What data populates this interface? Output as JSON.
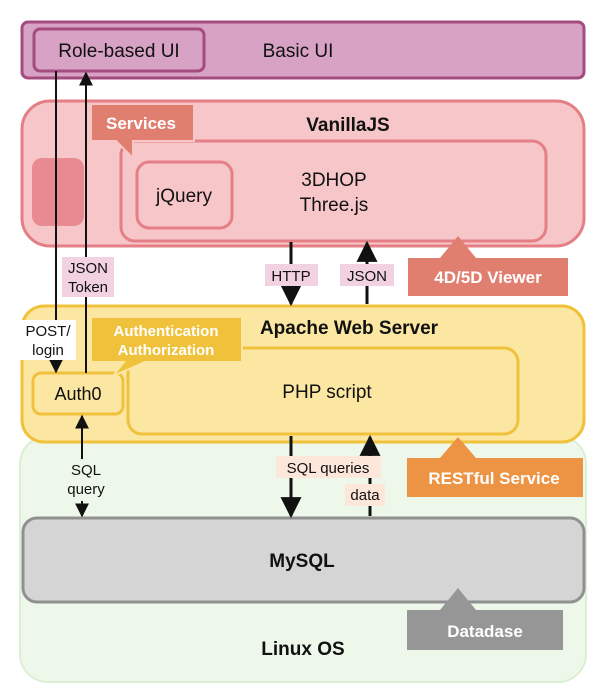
{
  "linux": {
    "label": "Linux OS"
  },
  "basic_ui": {
    "label": "Basic UI",
    "role_based": "Role-based UI"
  },
  "vanilla": {
    "label": "VanillaJS",
    "services_tag": "Services",
    "jquery": "jQuery",
    "libs_line1": "3DHOP",
    "libs_line2": "Three.js",
    "viewer_tag": "4D/5D Viewer"
  },
  "apache": {
    "label": "Apache Web Server",
    "auth_tag_line1": "Authentication",
    "auth_tag_line2": "Authorization",
    "auth0": "Auth0",
    "php": "PHP script",
    "rest_tag": "RESTful Service"
  },
  "mysql": {
    "label": "MySQL",
    "db_tag": "Datadase"
  },
  "edges": {
    "json_token_1": "JSON",
    "json_token_2": "Token",
    "post_login_1": "POST/",
    "post_login_2": "login",
    "http": "HTTP",
    "json": "JSON",
    "sql_query_1": "SQL",
    "sql_query_2": "query",
    "sql_queries": "SQL queries",
    "data": "data"
  },
  "colors": {
    "linux_fill": "#eef8ea",
    "basic_ui_fill": "#d7a2c3",
    "basic_ui_stroke": "#a44b80",
    "vanilla_fill": "#f6c6c8",
    "vanilla_stroke": "#e57f86",
    "tag_red": "#e07f70",
    "apache_fill": "#fbe6a2",
    "apache_stroke": "#f0c23c",
    "tag_orange": "#ec9444",
    "mysql_fill": "#d5d5d5",
    "mysql_stroke": "#909090",
    "tag_gray": "#969696",
    "edge_label_pink": "#f2d2e0",
    "edge_label_peach": "#fde6da"
  }
}
